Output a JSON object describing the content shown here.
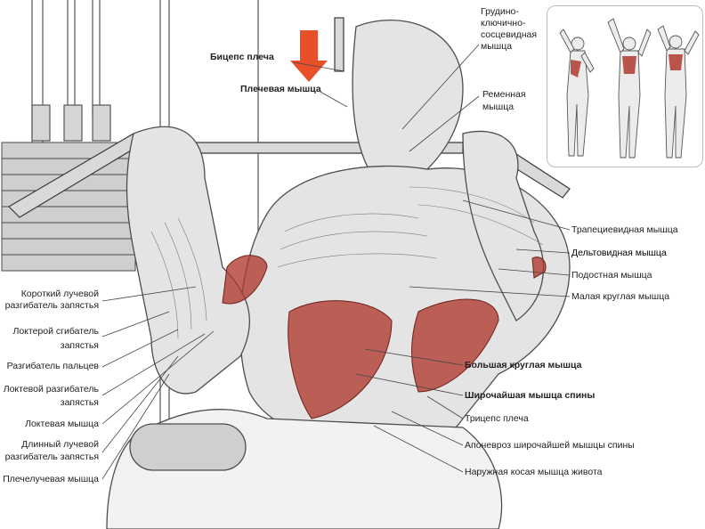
{
  "labels_top": {
    "biceps": "Бицепс плеча",
    "brachialis": "Плечевая мышца",
    "sternocleidomastoid": "Грудино-\nключично-\nсосцевидная\nмышца",
    "splenius": "Ременная\nмышца"
  },
  "labels_right": {
    "trapezius": "Трапециевидная  мышца",
    "deltoid": "Дельтовидная мышца",
    "infraspinatus": "Подостная мышца",
    "teres_minor": "Малая круглая мышца",
    "teres_major": "Большая круглая мышца",
    "latissimus": "Широчайшая мышца спины",
    "triceps": "Трицепс плеча",
    "aponeurosis": "Апоневроз широчайшей мышцы спины",
    "external_oblique": "Наружная косая мышца живота"
  },
  "labels_left": {
    "ecrb": "Короткий лучевой\nразгибатель запястья",
    "fcu": "Локтерой сгибатель\nзапястья",
    "ed": "Разгибатель пальцев",
    "ecu": "Локтевой разгибатель\nзапястья",
    "anconeus": "Локтевая мышца",
    "ecrl": "Длинный лучевой\nразгибатель запястья",
    "brachioradialis": "Плечелучевая мышца"
  },
  "colors": {
    "highlight_muscle": "#b03a2e",
    "arrow": "#e8502a",
    "ink": "#444444"
  }
}
